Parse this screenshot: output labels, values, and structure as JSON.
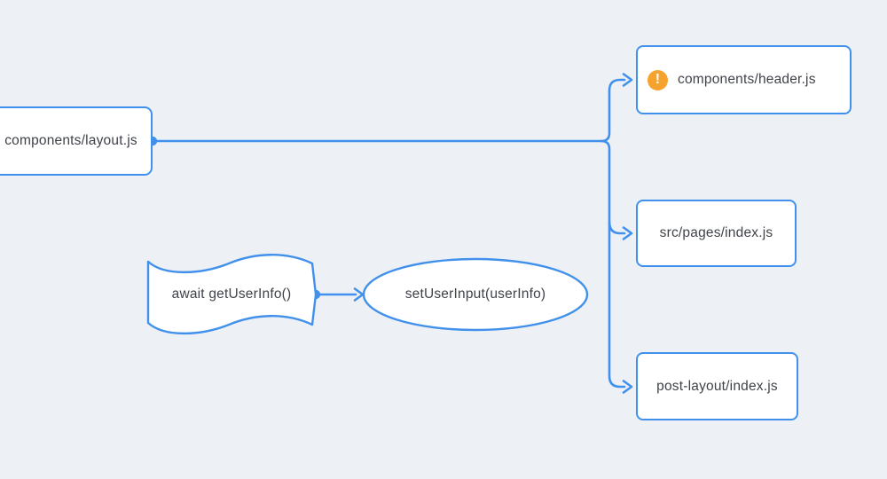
{
  "colors": {
    "background": "#edf1f6",
    "stroke": "#4191ec",
    "nodeFill": "#ffffff",
    "text": "#3f4349",
    "warning": "#f5a32c",
    "warningGlyph": "#ffffff"
  },
  "nodes": {
    "layout": {
      "label": "components/layout.js",
      "shape": "rect"
    },
    "header": {
      "label": "components/header.js",
      "shape": "rect",
      "badge": "warning"
    },
    "src_pages": {
      "label": "src/pages/index.js",
      "shape": "rect"
    },
    "post_layout": {
      "label": "post-layout/index.js",
      "shape": "rect"
    },
    "await_get_user_info": {
      "label": "await getUserInfo()",
      "shape": "tape"
    },
    "set_user_input": {
      "label": "setUserInput(userInfo)",
      "shape": "ellipse"
    }
  },
  "icons": {
    "warning_glyph": "!"
  },
  "edges": [
    {
      "from": "components/layout.js",
      "to": "components/header.js"
    },
    {
      "from": "components/layout.js",
      "to": "src/pages/index.js"
    },
    {
      "from": "components/layout.js",
      "to": "post-layout/index.js"
    },
    {
      "from": "await getUserInfo()",
      "to": "setUserInput(userInfo)"
    }
  ]
}
